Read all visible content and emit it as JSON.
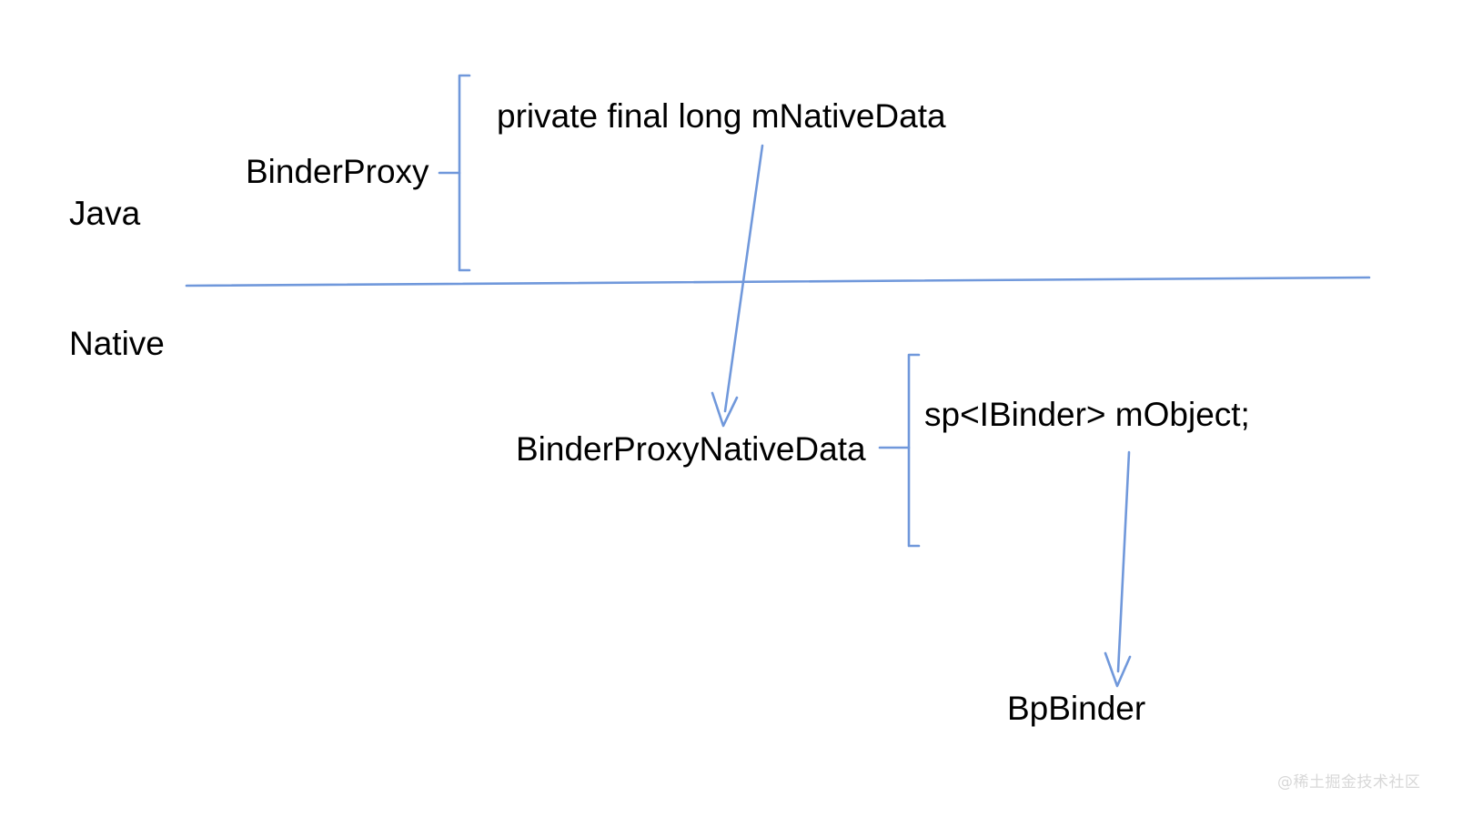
{
  "diagram": {
    "title_text_absent": "",
    "layers": {
      "java_label": "Java",
      "native_label": "Native"
    },
    "nodes": {
      "binder_proxy": "BinderProxy",
      "binder_proxy_native_data": "BinderProxyNativeData",
      "bp_binder": "BpBinder"
    },
    "fields": {
      "native_data_field": "private final long mNativeData",
      "mobject_field": "sp<IBinder> mObject;"
    },
    "colors": {
      "accent_blue": "#7098db",
      "text_black": "#000000",
      "background": "#ffffff",
      "watermark_gray": "#d8d8d8"
    },
    "watermark": "@稀土掘金技术社区"
  }
}
